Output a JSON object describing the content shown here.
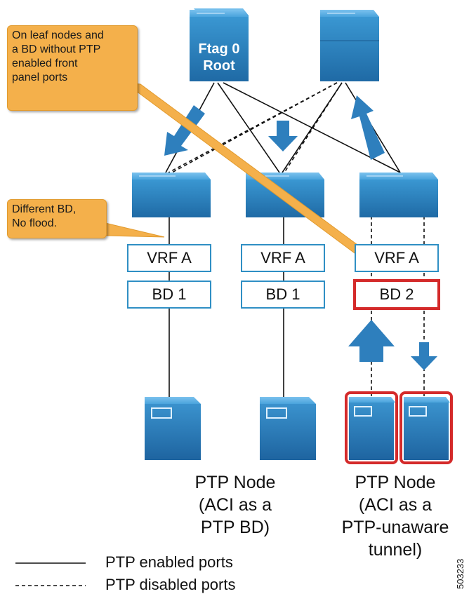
{
  "callouts": {
    "leaf_nodes": "On leaf nodes and\na BD without PTP\nenabled front\npanel ports",
    "different_bd": "Different BD,\nNo flood."
  },
  "spine": {
    "label": "Ftag 0\nRoot"
  },
  "leaves": [
    {
      "vrf": "VRF A",
      "bd": "BD 1"
    },
    {
      "vrf": "VRF A",
      "bd": "BD 1"
    },
    {
      "vrf": "VRF A",
      "bd": "BD 2"
    }
  ],
  "captions": {
    "ptp_bd": "PTP Node\n(ACI as a\nPTP BD)",
    "ptp_tunnel": "PTP Node\n(ACI as a\nPTP-unaware\ntunnel)"
  },
  "legend": {
    "solid": "PTP enabled ports",
    "dashed": "PTP disabled ports"
  },
  "figure_id": "503233",
  "colors": {
    "device": "#2f86c0",
    "device_dark": "#1d5f95",
    "arrow": "#2e7fbd",
    "highlight": "#d42a2a",
    "callout": "#f4b04b"
  }
}
